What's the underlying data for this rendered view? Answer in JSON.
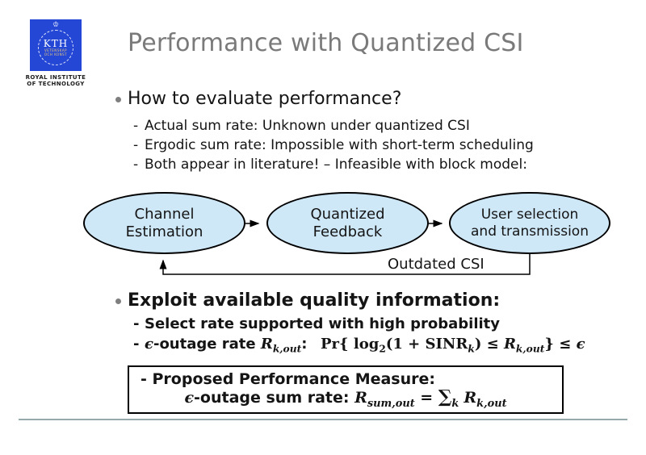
{
  "slide": {
    "title": "Performance with Quantized CSI",
    "dash": "-",
    "logo": {
      "crown": "♔",
      "acronym": "KTH",
      "motto_line1": "VETENSKAP",
      "motto_line2": "OCH KONST",
      "caption_line1": "ROYAL INSTITUTE",
      "caption_line2": "OF TECHNOLOGY"
    },
    "bullet1": {
      "label": "How to evaluate performance?",
      "subitems": [
        "Actual sum rate: Unknown under quantized CSI",
        "Ergodic sum rate: Impossible with short-term scheduling",
        "Both appear in literature! – Infeasible with block model:"
      ]
    },
    "diagram": {
      "nodes": [
        {
          "line1": "Channel",
          "line2": "Estimation"
        },
        {
          "line1": "Quantized",
          "line2": "Feedback"
        },
        {
          "line1": "User selection",
          "line2": "and transmission"
        }
      ],
      "feedback_label": "Outdated CSI"
    },
    "bullet2": {
      "label": "Exploit available quality information:",
      "sub1": "Select rate supported with high probability",
      "outage": {
        "epsilon": "ϵ",
        "text": "-outage rate ",
        "R": "R",
        "R_sub": "k,out",
        "colon": ":",
        "pr": "Pr",
        "lbrace": "{",
        "log": " log",
        "log_sub": "2",
        "mid": "(1 + SINR",
        "sinr_sub": "k",
        "close_leq": ") ≤ ",
        "R2": "R",
        "R2_sub": "k,out",
        "rbrace": "}",
        "leq": " ≤ ",
        "eps2": "ϵ"
      }
    },
    "box": {
      "line1": "- Proposed Performance Measure:",
      "line2_eps": "ϵ",
      "line2_label": "-outage sum rate: ",
      "f_R": "R",
      "f_R_sub": "sum,out",
      "f_eq": " = ",
      "f_sum": "∑",
      "f_sum_sub": "k",
      "f_R2": "R",
      "f_R2_sub": "k,out"
    },
    "colors": {
      "kth_blue": "#2447D6",
      "title": "#7a7a7a",
      "text": "#141414",
      "ellipse_fill": "#CFE8F8",
      "divider": "#98A9AC",
      "motto": "#E8C87A"
    }
  }
}
